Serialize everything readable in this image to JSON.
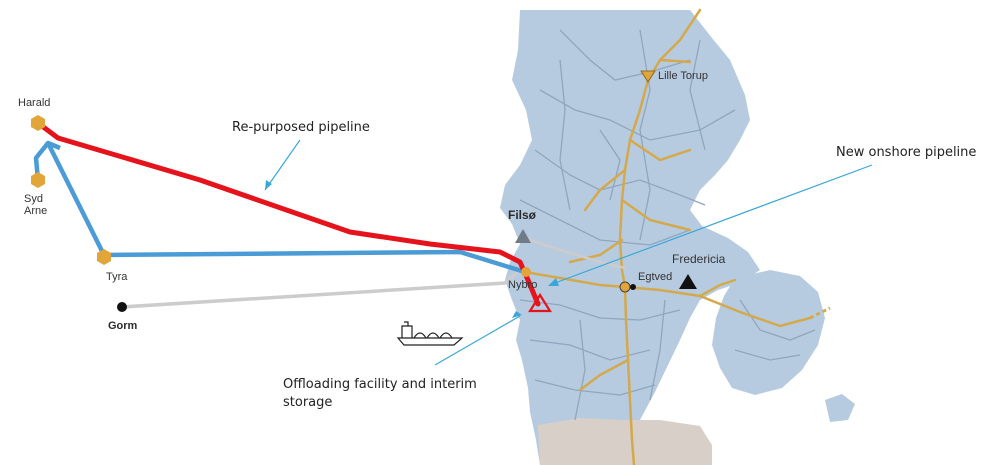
{
  "offshore_sites": {
    "harald": "Harald",
    "syd_arne": "Syd\nArne",
    "tyra": "Tyra",
    "gorm": "Gorm"
  },
  "onshore_sites": {
    "lille_torup": "Lille Torup",
    "filso": "Filsø",
    "fredericia": "Fredericia",
    "egtved": "Egtved",
    "nybro": "Nybro"
  },
  "annotations": {
    "repurposed": "Re-purposed pipeline",
    "new_onshore": "New onshore pipeline",
    "offloading": "Offloading facility and interim\nstorage"
  },
  "colors": {
    "land": "#b7cbe0",
    "land_south": "#d9cfc9",
    "region_border": "#8fa6bf",
    "gas_grid": "#d4a94b",
    "repurposed_pipeline": "#e5131b",
    "blue_pipeline": "#4a9bd6",
    "gray_pipeline": "#cccccc",
    "callout": "#3aa7d8",
    "node": "#e1a53a"
  },
  "icons": {
    "ship": "lng-ship-icon",
    "filso": "triangle-icon",
    "fredericia": "triangle-icon",
    "lille_torup": "inverted-triangle-icon",
    "nybro": "triangle-outline-icon"
  }
}
